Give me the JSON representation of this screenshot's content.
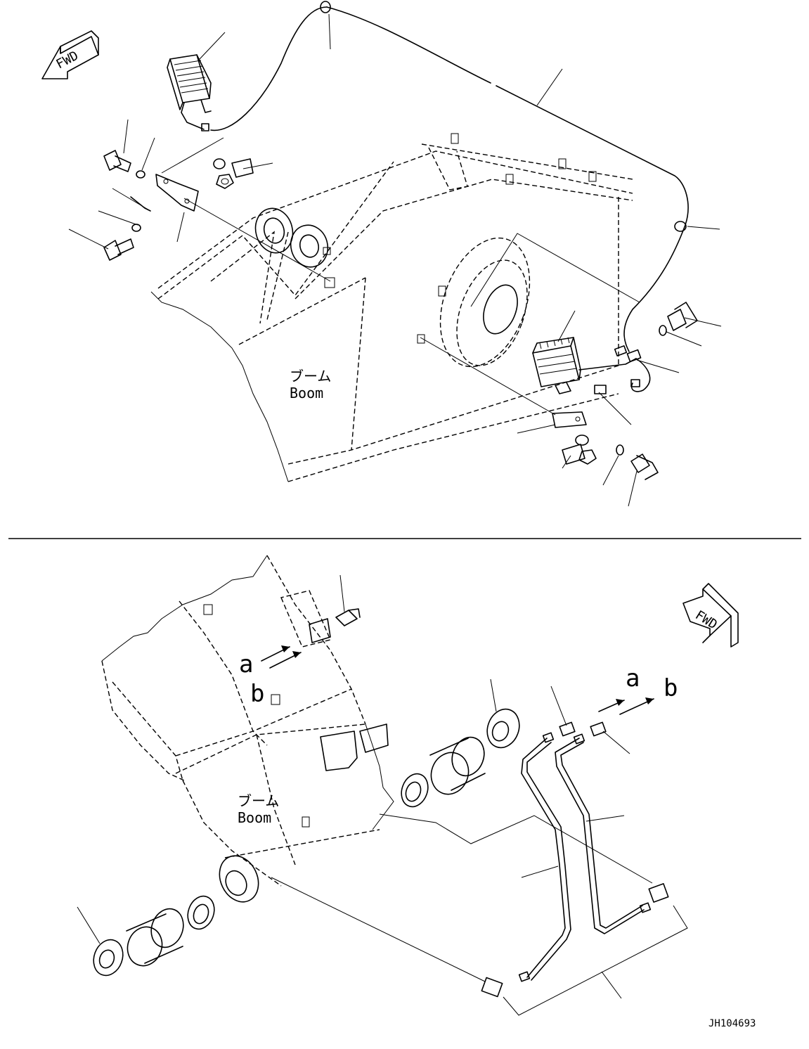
{
  "top_view": {
    "direction_arrow": "FWD",
    "boom_label_jp": "ブーム",
    "boom_label_en": "Boom"
  },
  "bottom_view": {
    "direction_arrow": "FWD",
    "boom_label_jp": "ブーム",
    "boom_label_en": "Boom",
    "left_arrow_a": "a",
    "left_arrow_b": "b",
    "right_arrow_a": "a",
    "right_arrow_b": "b"
  },
  "drawing_number": "JH104693"
}
